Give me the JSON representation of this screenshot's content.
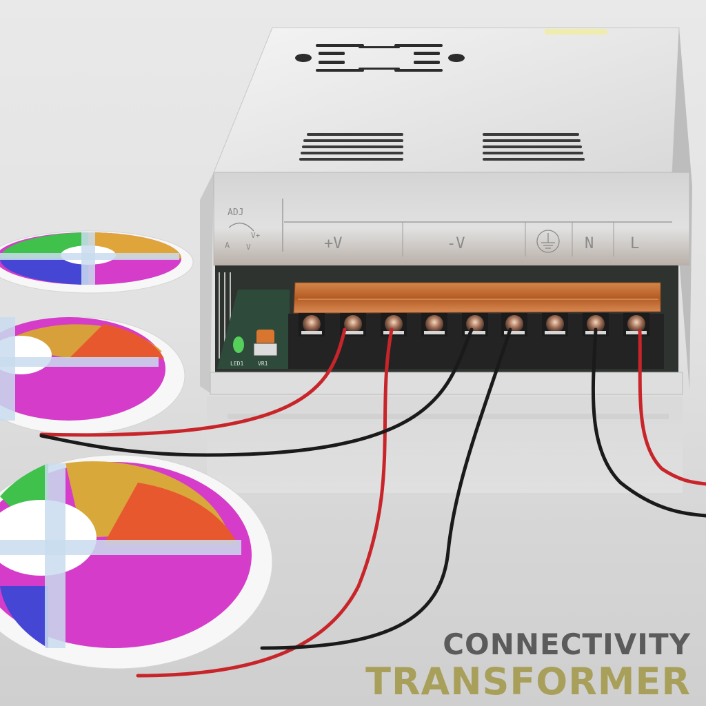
{
  "product": {
    "type": "LED strip power supply / transformer",
    "colors": {
      "background": "#e4e4e4",
      "chassis": "#d8d8d8",
      "terminal_cover": "#c8692a",
      "terminal_block": "#2a2a2a",
      "wire_red": "#c8252a",
      "wire_black": "#1a1a1a",
      "caption_dark": "#5b5b5b",
      "caption_olive": "#a8a05a"
    }
  },
  "terminal_labels": {
    "adj": "ADJ",
    "adj_scale_low": "A",
    "adj_scale_plus": "V+",
    "adj_scale_minus": "V",
    "positive": "+V",
    "negative": "-V",
    "ground_symbol": "ground-icon",
    "neutral": "N",
    "line": "L"
  },
  "pcb_labels": {
    "led": "LED1",
    "potentiometer": "VR1"
  },
  "terminals": [
    {
      "index": 1,
      "wire": "none"
    },
    {
      "index": 2,
      "wire": "red"
    },
    {
      "index": 3,
      "wire": "red"
    },
    {
      "index": 4,
      "wire": "none"
    },
    {
      "index": 5,
      "wire": "black"
    },
    {
      "index": 6,
      "wire": "black"
    },
    {
      "index": 7,
      "wire": "none"
    },
    {
      "index": 8,
      "wire": "black"
    },
    {
      "index": 9,
      "wire": "red"
    }
  ],
  "led_reels": [
    {
      "position": "top",
      "colors": [
        "#3fc14b",
        "#e0c23a",
        "#e8582f",
        "#d43cc9",
        "#4546d4"
      ]
    },
    {
      "position": "middle",
      "colors": [
        "#b9c93a",
        "#e8582f",
        "#d43cc9",
        "#4546d4"
      ]
    },
    {
      "position": "bottom",
      "colors": [
        "#3fc14b",
        "#e0c23a",
        "#e8582f",
        "#d43cc9",
        "#4546d4"
      ]
    }
  ],
  "caption": {
    "line1": "CONNECTIVITY",
    "line2": "TRANSFORMER"
  }
}
